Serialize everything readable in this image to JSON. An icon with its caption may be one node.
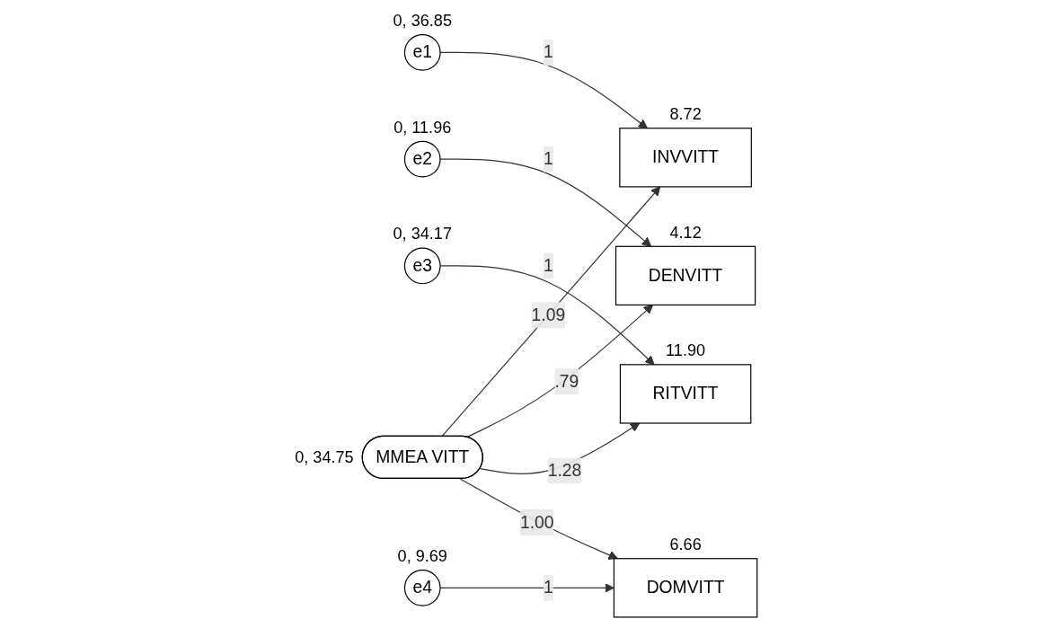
{
  "diagram": {
    "nodes": [
      {
        "text": [
          "e1"
        ],
        "beside": [
          "0, 36.85"
        ]
      },
      {
        "text": [
          "INVVITT"
        ],
        "beside": [
          "8.72"
        ]
      },
      {
        "text": [
          "e2"
        ],
        "beside": [
          "0, 11.96"
        ]
      },
      {
        "text": [
          "DENVITT"
        ],
        "beside": [
          "4.12"
        ]
      },
      {
        "text": [
          "e3"
        ],
        "beside": [
          "0, 34.17"
        ]
      },
      {
        "text": [
          "RITVITT"
        ],
        "beside": [
          "11.90"
        ]
      },
      {
        "text": [
          "e4"
        ],
        "beside": [
          "0, 9.69"
        ]
      },
      {
        "text": [
          "DOMVITT"
        ],
        "beside": [
          "6.66"
        ]
      },
      {
        "text": [
          "MMEA VITT"
        ],
        "beside": [
          "0, 34.75"
        ]
      }
    ],
    "edges": [
      {
        "from": 0,
        "to": 1,
        "arrow": "to",
        "label": "1"
      },
      {
        "from": 2,
        "to": 3,
        "arrow": "to",
        "label": "1"
      },
      {
        "from": 4,
        "to": 5,
        "arrow": "to",
        "label": "1"
      },
      {
        "from": 6,
        "to": 7,
        "arrow": "to",
        "label": "1"
      },
      {
        "from": 8,
        "to": 1,
        "arrow": "to",
        "label": "1.09"
      },
      {
        "from": 8,
        "to": 3,
        "arrow": "to",
        "label": ".79"
      },
      {
        "from": 8,
        "to": 5,
        "arrow": "to",
        "label": "1.28"
      },
      {
        "from": 8,
        "to": 7,
        "arrow": "to",
        "label": "1.00"
      }
    ]
  }
}
